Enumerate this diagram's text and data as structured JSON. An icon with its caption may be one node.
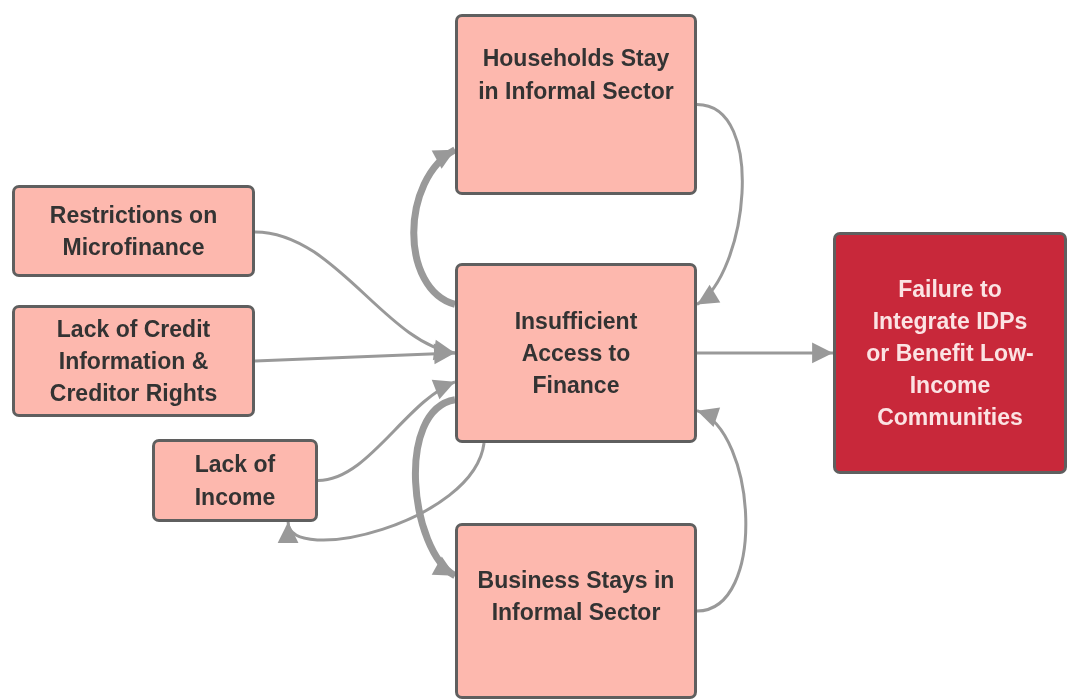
{
  "diagram": {
    "nodes": [
      {
        "text": [
          "Households Stay in Informal Sector"
        ]
      },
      {
        "text": [
          "Restrictions on Microfinance"
        ]
      },
      {
        "text": [
          "Lack of Credit Information & Creditor Rights"
        ]
      },
      {
        "text": [
          "Insufficient Access to Finance"
        ]
      },
      {
        "text": [
          "Failure to Integrate IDPs or Benefit Low-Income Communities"
        ]
      },
      {
        "text": [
          "Lack of Income"
        ]
      },
      {
        "text": [
          "Business Stays in Informal Sector"
        ]
      }
    ],
    "edges": [
      {
        "from": 3,
        "to": 0,
        "arrow": "to",
        "style": "thick"
      },
      {
        "from": 0,
        "to": 3,
        "arrow": "to"
      },
      {
        "from": 1,
        "to": 3,
        "arrow": "to"
      },
      {
        "from": 2,
        "to": 3,
        "arrow": "to"
      },
      {
        "from": 5,
        "to": 3,
        "arrow": "to"
      },
      {
        "from": 3,
        "to": 5,
        "arrow": "to"
      },
      {
        "from": 3,
        "to": 6,
        "arrow": "to",
        "style": "thick"
      },
      {
        "from": 6,
        "to": 3,
        "arrow": "to"
      },
      {
        "from": 3,
        "to": 4,
        "arrow": "to"
      }
    ]
  }
}
